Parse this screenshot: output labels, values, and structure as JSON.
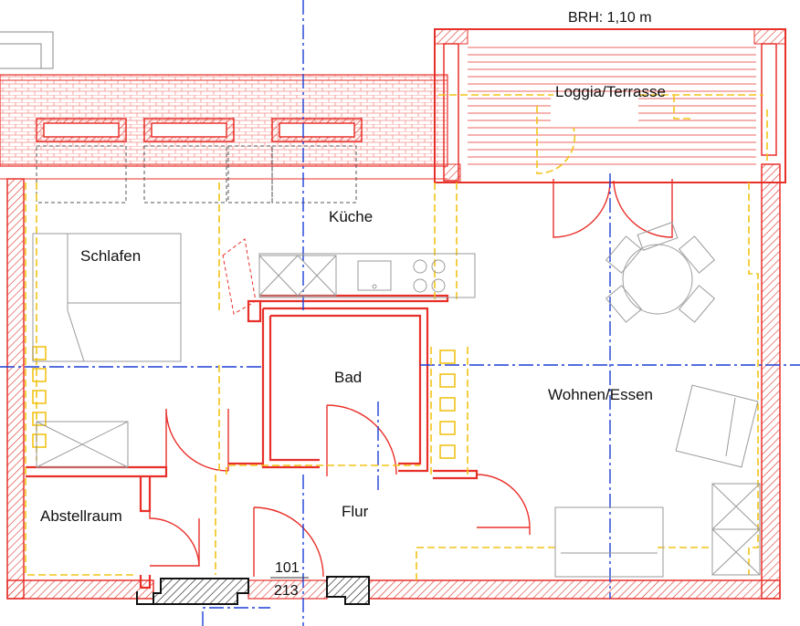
{
  "annotations": {
    "brh": "BRH: 1,10 m",
    "door_width": "101",
    "door_height": "213"
  },
  "rooms": {
    "loggia": "Loggia/Terrasse",
    "kitchen": "Küche",
    "bedroom": "Schlafen",
    "bath": "Bad",
    "living": "Wohnen/Essen",
    "storage": "Abstellraum",
    "hall": "Flur"
  },
  "colors": {
    "wall": "#e8302a",
    "hatch": "#d9342b",
    "furniture": "#f2c318",
    "axis": "#1c3fd6",
    "fixtures": "#9a9a9a",
    "sill_block": "#111111"
  }
}
